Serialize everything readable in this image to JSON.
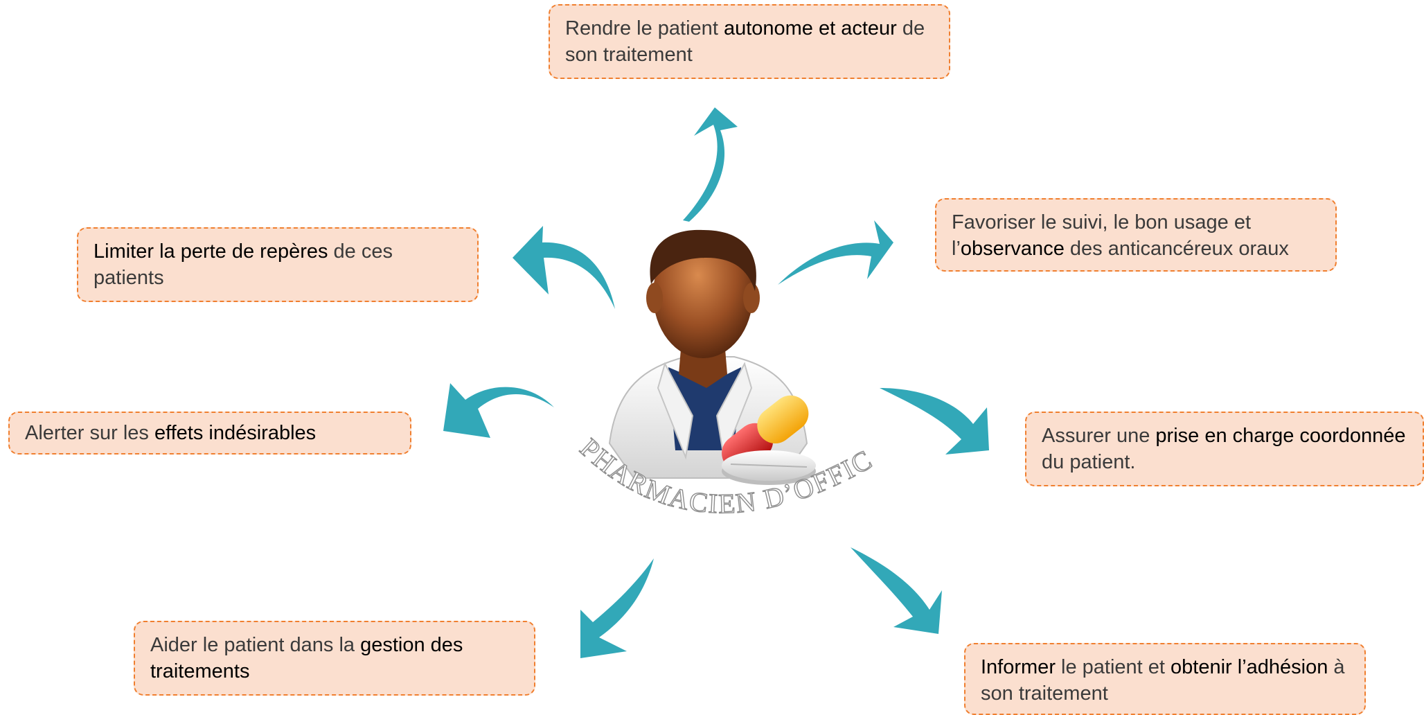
{
  "center": {
    "label": "PHARMACIEN D’OFFICINE",
    "icon": "pharmacist-icon"
  },
  "colors": {
    "box_fill": "#fbdfcf",
    "box_border": "#f07f2f",
    "arrow": "#32a8b8"
  },
  "boxes": {
    "top": {
      "t1": "Rendre le patient ",
      "h1": "autonome et acteur",
      "t2": " de son traitement"
    },
    "upper_right": {
      "t1": "Favoriser le suivi, le bon usage et l’",
      "h1": "observance",
      "t2": " des anticancéreux oraux"
    },
    "upper_left": {
      "h1": "Limiter la perte de repères",
      "t1": " de ces patients"
    },
    "left": {
      "t1": "Alerter sur les ",
      "h1": "effets indésirables"
    },
    "right": {
      "t1": "Assurer une ",
      "h1": "prise en charge coordonnée",
      "t2": " du patient."
    },
    "bottom_left": {
      "t1": "Aider le patient dans la ",
      "h1": "gestion des traitements"
    },
    "bottom_right": {
      "h1": "Informer",
      "t1": " le patient et ",
      "h2": "obtenir l’adhésion",
      "t2": " à son traitement"
    }
  }
}
